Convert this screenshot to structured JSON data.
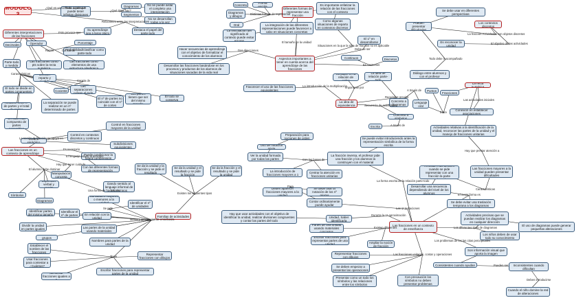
{
  "title": "MÓDULO 3",
  "nodes": {
    "n1": "Todo aquel que puede tener infinitas divisiones",
    "n2": "Diagramas",
    "n3": "Segmentos",
    "n4": "No se puede aislar el completo una interpretación",
    "n5": "No se desarrollan todas a la vez",
    "n6": "Su aprendizaje sea a largo plazo",
    "n7": "Destaca el papel del parte-todo",
    "n8": "Diferentes interpretaciones de las fracciones",
    "n9": "Decimales",
    "n10": "Operador",
    "n11": "Porcentaje",
    "n12": "Probabilidad/clasificar como parte-todo",
    "n13": "Parte-todo y medida",
    "n14": "Las fracciones como pts sobre la recta numérica",
    "n15": "Las fracciones como elementos de una estructura algebraica",
    "n16": "División reparto y medida",
    "n17": "El todo se divide en partes congruentes",
    "n18": "Cociente",
    "n19": "Las separaciones cubren el todo",
    "n20": "Relación entre nº de partes y el total de partes",
    "n21": "La separación se puede realizar en un nº determinado de partes",
    "n22": "El nº de partes no coincide con el nº de cortes",
    "n23": "Las partes tienen que ser del mismo tamaño",
    "n24": "El todo se conserva",
    "n25": "Un todo está compuesto de partes separables",
    "n26": "Control simbólico",
    "n27": "Control en contextos discretos y continuos",
    "n28": "Control en fracciones mayores de la unidad",
    "n29": "Subdivisiones equivalentes",
    "n30": "Las fracciones en un contexto de aprendizaje",
    "n31": "Puede condicionar la futura comprensión",
    "n32": "Con las diferentes formas de representación",
    "n33": "Manipulación concreta",
    "n34": "Expresión verbal y escrita",
    "n35": "Símbolos",
    "n36": "Diagramas",
    "n37": "Dando sentido al lenguaje informal de los alumnos",
    "n38": "Cantidades mayores o menores a la unidad",
    "n39": "Identificar el nº de unidades",
    "n40": "Identificar partes del mismo tamaño",
    "n41": "Identificar el nº de partes",
    "n42": "Dividir la unidad en partes iguales",
    "n43": "Dividir en grupos iguales",
    "n44": "En relación con la unidad",
    "n45": "Las partes de la unidad usando materiales",
    "n46": "Nombres para partes de la unidad",
    "n47": "Establecer el nombre de las fracciones",
    "n48": "Usar fracciones para contestar a ¿Cuántos?",
    "n49": "Identificar fracciones iguales a 1",
    "n50": "Representar fracciones con dibujos",
    "n51": "Escribir fracciones para representar partes de la unidad",
    "n52": "Familias de actividades",
    "n53": "Se da la unidad y la fracción y se pide el resultado",
    "n54": "Se da la unidad y el resultado y se pide la fracción",
    "n55": "Se da la fracción y el resultado y se pide la unidad",
    "n56": "Concreto",
    "n57": "Forma escrita",
    "n58": "Diagramas y dibujos",
    "n59": "Oral",
    "n60": "Diferentes formas de representar una fracción",
    "n61": "Es importante enfatizar la relación de las fracciones con el contexto",
    "n62": "La vinculación del significado al contexto puede evitar errores",
    "n63": "La integración de las diferentes representaciones puede favorecer a cabo en situaciones concretas",
    "n64": "Como algunas situaciones de reparto en contextos discretos",
    "n65": "El 1º en desarrollarse",
    "n66": "Hacer secuencias de aprendizaje con el objetivo de formalizar el conocimiento de los alumnos",
    "n67": "Aspectos importantes a tener en cuenta acerca del aprendizaje de las fracciones",
    "n68": "Desarrollar las fracciones basándose en los procesos y productos de los alumnos de situaciones sacadas de la vida real",
    "n69": "Discretos",
    "n70": "Continuos",
    "n71": "Su papel en la relación de orden",
    "n72": "La idea de relación parte-todo",
    "n73": "Favorecer el uso de las fracciones equivalentes",
    "n74": "La idea de equivalencia",
    "n75": "Concreto a diagramas",
    "n76": "Concreto a símbolos",
    "n77": "Escrita",
    "n78": "Lenguaje oral",
    "n79": "Puntos",
    "n80": "Fracciones",
    "n81": "La recta numérica",
    "n82": "Conexión en establecer asociaciones",
    "n83": "Se debe usar en diferentes perspectivas",
    "n84": "Pueden presentar dificultades",
    "n85": "Los contextos discretos",
    "n86": "Es reconocer la unidad",
    "n87": "Diálogo entre alumnos y con el profesor",
    "n88": "Actividades relativas a la identificación de la unidad, reconocer las partes de la unidad y el manejo de fracciones unitarias",
    "n89": "Preparación para nociones de orden",
    "n90": "Uso de notación mixta",
    "n91": "Ver la unidad formada por todas las partes",
    "n92": "Se puede evitar introduciendo antes la representación simbólica de la forma escrita",
    "n93": "La fracción inversa, el profesor pide una fracción y los alumnos la construyen con el material",
    "n94": "La introducción de fracciones mayores a 1",
    "n95": "Centrar la atención en fracciones unitarias",
    "n96": "Deben aparecer fracciones mayores a la unidad",
    "n97": "Se debe usar la notación de los nº mixtos",
    "n98": "Contar ordinariamente puede ayudar",
    "n99": "Resultan más difíciles cuando se pide representar con una fracción la parte sombreada",
    "n100": "Las fracciones mayores a la unidad pueden presentar dificultades",
    "n101": "Desarrollar una secuencia dependiendo del nivel de los alumnos",
    "n102": "Se debe evitar una traslación temprana a los diagramas",
    "n103": "Actividades precisas que se puedan realizar los diagramas en cualquier dirección",
    "n104": "Los niños deben de usar todo su conocimiento",
    "n105": "El uso de diagramas puede generar pequeñas alteraciones",
    "n106": "Hay que usar actividades con el objetivo de identificar la unidad, realizar divisiones congruentes y contar las partes del todo",
    "n107": "Unidad, Saber identificarla",
    "n108": "Las fracciones en un contexto de enseñanza",
    "n109": "Partes de una unidad usando materiales concretos",
    "n110": "Escribir fracciones para representar partes de una unidad",
    "n111": "Ampliar la noción de fracción",
    "n112": "Representar fracciones con dibujos",
    "n113": "Se deben empezar a presentar las operaciones",
    "n114": "Presentar como un todo los símbolos y las relaciones entre los símbolos",
    "n115": "Con precaución los símbolos no deben presentar problemas",
    "n116": "Son información visual que aporta la imagen",
    "n117": "Consistentes cuando ayudan",
    "n118": "Inconsistentes cuando dificultan",
    "n119": "Cuando el niño domine la red de alteraciones"
  },
  "labels": {
    "l1": "¿Qué es un contexto continuo?",
    "l2": "¿Qué tipos hay?",
    "l3": "Relaciones entre las interpretaciones",
    "l4": "Esto provoca que",
    "l5": "Razón",
    "l6": "Consta de",
    "l7": "Características",
    "l8": "Consta de",
    "l9": "La noción de fracción se apoya en",
    "l10": "Es necesario",
    "l11": "El lenguaje usado al principio",
    "l12": "Hay que tener cuidado",
    "l13": "El alumno debe dominar",
    "l14": "Una forma de hacerlo es",
    "l15": "Se pide",
    "l16": "Tareas y secuencias de enseñanza",
    "l17": "Tipos",
    "l18": "Existen los siguientes tipos",
    "l19": "Distintas formas de representar",
    "l20": "El tamaño de la unidad",
    "l21": "Situaciones en la que la idea de fracción no es aplicable",
    "l22": "Debe de ser",
    "l23": "Dos direcciones",
    "l24": "En contextos",
    "l25": "Importante por",
    "l26": "La introducción de la multiplicación",
    "l27": "Requisitos previos",
    "l28": "Secuencia de actividades",
    "l29": "A través de",
    "l30": "A través de",
    "l31": "Entre",
    "l32": "Las actividades iniciales",
    "l33": "Todo debe ir acompañado",
    "l34": "La fracción Actividades con objetos discretos",
    "l35": "El objetivo de las actividades",
    "l36": "Hay que prestar atención a",
    "l37": "Con las bases de",
    "l38": "Para",
    "l39": "La forma escrita de la relación parte-todo",
    "l40": "Durante la 1ª aproximación",
    "l41": "Las 1ª tentaciones",
    "l42": "Existen diferentes",
    "l43": "Las fracciones unitarias, contar y operaciones",
    "l44": "Características",
    "l45": "El mejor forma es",
    "l46": "Los diferentes tipos de diagramas",
    "l47": "Los problemas de los las citas perceptuales",
    "l48": "Pueden ser",
    "l49": "Deben introducirse"
  }
}
